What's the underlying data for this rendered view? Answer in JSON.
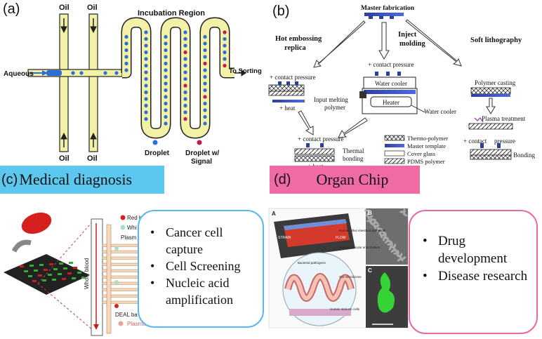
{
  "panel_a": {
    "label": "(a)",
    "oil_label": "Oil",
    "aqueous_label": "Aqueous",
    "incubation_title": "Incubation Region",
    "to_sorting_label": "To Sorting",
    "legend_droplet": "Droplet",
    "legend_signal_line1": "Droplet w/",
    "legend_signal_line2": "Signal",
    "colors": {
      "channel_fill": "#f3f0a8",
      "droplet": "#2a6fd6",
      "signal": "#c2184b"
    }
  },
  "panel_b": {
    "label": "(b)",
    "master_fabrication": "Master fabrication",
    "hot_embossing_line1": "Hot embossing",
    "hot_embossing_line2": "replica",
    "inject_line1": "Inject",
    "inject_line2": "molding",
    "soft_lithography": "Soft lithography",
    "contact_pressure": "+ contact pressure",
    "heat": "+ heat",
    "water_cooler": "Water cooler",
    "heater": "Heater",
    "input_melting_line1": "Input melting",
    "input_melting_line2": "polymer",
    "polymer_casting": "Polymer casting",
    "plasma_treatment": "Plasma treatment",
    "contact_left": "+ contact",
    "pressure": "pressure",
    "thermal_line1": "Thermal",
    "thermal_line2": "bonding",
    "bonding": "Bonding",
    "legend": [
      "Thermo-polymer",
      "Master template",
      "Cover glass",
      "PDMS polymer"
    ]
  },
  "panel_c": {
    "label": "(c)",
    "title": "Medical diagnosis",
    "banner_color": "#5cc8ef",
    "partial_labels": [
      "Red b",
      "Whi",
      "Plasm",
      "DEAL ba",
      "Plasma p"
    ],
    "whole_blood": "Whole blood",
    "items": [
      "Cancer cell capture",
      "Cell Screening",
      "Nucleic acid amplification"
    ],
    "bubble_border": "#5ab7ef"
  },
  "panel_d": {
    "label": "(d)",
    "title": "Organ Chip",
    "banner_color": "#f06aa6",
    "sub_a": "A",
    "sub_b": "B",
    "sub_c": "C",
    "flow": "FLOW",
    "strain": "STRAIN",
    "tissue_labels": [
      "Human villus intestinal epithelium",
      "Human vascular endothelium",
      "Bacterial pathogens",
      "Gut microbiome",
      "Human immune cells"
    ],
    "items": [
      "Drug development",
      "Disease research"
    ],
    "bubble_border": "#e56aa2"
  }
}
